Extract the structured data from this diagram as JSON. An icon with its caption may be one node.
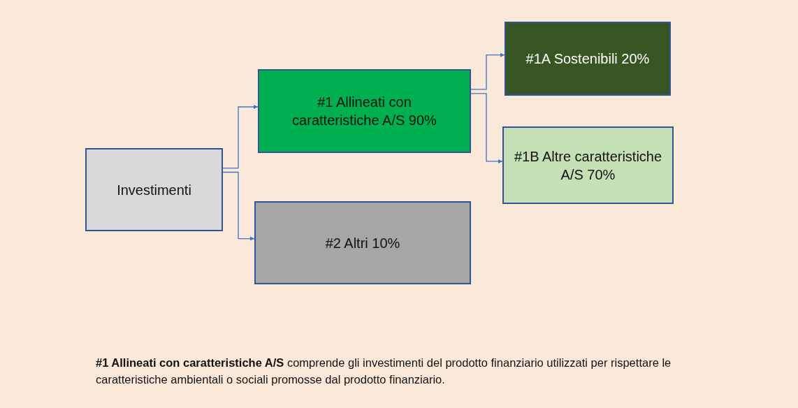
{
  "diagram": {
    "caption": "**#1 Allineati con caratteristiche A/S** comprende gli investimenti del prodotto finanziario utilizzati per rispettare le caratteristiche ambientali o sociali promosse dal prodotto finanziario.",
    "nodes": [
      {
        "text": [
          "Investimenti"
        ]
      },
      {
        "text": [
          "#1 Allineati con caratteristiche A/S 90%"
        ]
      },
      {
        "text": [
          "#1A Sostenibili 20%"
        ]
      },
      {
        "text": [
          "#1B Altre caratteristiche A/S 70%"
        ]
      },
      {
        "text": [
          "#2 Altri 10%"
        ]
      }
    ],
    "edges": [
      {
        "from": 0,
        "to": 1,
        "arrow": "to"
      },
      {
        "from": 0,
        "to": 4,
        "arrow": "to"
      },
      {
        "from": 1,
        "to": 2,
        "arrow": "to"
      },
      {
        "from": 1,
        "to": 3,
        "arrow": "to"
      }
    ]
  }
}
